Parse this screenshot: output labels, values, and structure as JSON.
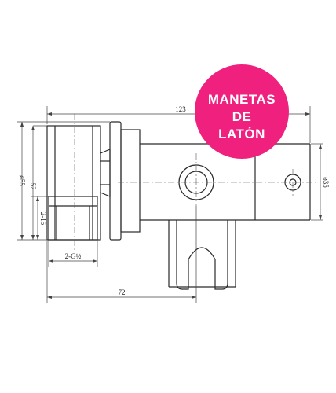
{
  "badge": {
    "lines": [
      "MANETAS",
      "DE",
      "LATÓN"
    ],
    "color": "#f0207f",
    "text_color": "#ffffff"
  },
  "dimensions": {
    "overall_length": "123",
    "inlet_to_outlet": "72",
    "body_height": "52",
    "total_height": "ø55",
    "handle_diameter": "ø35",
    "thread_depth": "2-15",
    "thread_spec": "2-G½"
  },
  "colors": {
    "line": "#2a2a2a",
    "dim_line": "#444444"
  }
}
